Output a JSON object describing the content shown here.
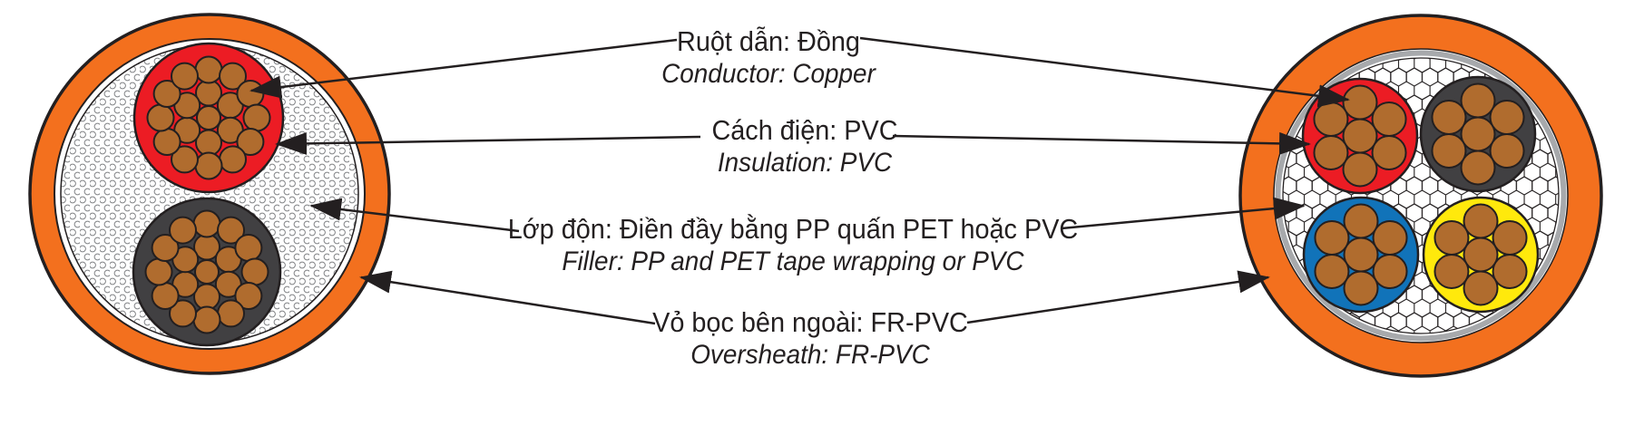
{
  "diagram": {
    "type": "cable-cross-section-diagram",
    "labels": {
      "conductor": {
        "vi": "Ruột dẫn: Đồng",
        "en": "Conductor: Copper"
      },
      "insulation": {
        "vi": "Cách điện: PVC",
        "en": "Insulation: PVC"
      },
      "filler": {
        "vi": "Lớp độn: Điền đầy bằng PP quấn PET hoặc PVC",
        "en": "Filler: PP and PET tape wrapping or PVC"
      },
      "oversheath": {
        "vi": "Vỏ bọc bên ngoài: FR-PVC",
        "en": "Oversheath: FR-PVC"
      }
    },
    "colors": {
      "sheath_orange": "#F3701E",
      "insulation_red": "#EC1C24",
      "insulation_black": "#414042",
      "insulation_blue": "#1173B9",
      "insulation_yellow": "#FFE90C",
      "copper": "#B06C2E",
      "outline": "#231F20",
      "tape_gray": "#A7A9AC",
      "filler_hatch_gray": "#808285"
    },
    "cables": [
      {
        "name": "2-core cable cross-section",
        "core_count": 2,
        "strands_per_core": 19,
        "cores": [
          {
            "color_name": "red"
          },
          {
            "color_name": "black"
          }
        ]
      },
      {
        "name": "4-core cable cross-section",
        "core_count": 4,
        "strands_per_core": 7,
        "cores": [
          {
            "color_name": "red"
          },
          {
            "color_name": "black"
          },
          {
            "color_name": "blue"
          },
          {
            "color_name": "yellow"
          }
        ]
      }
    ]
  }
}
